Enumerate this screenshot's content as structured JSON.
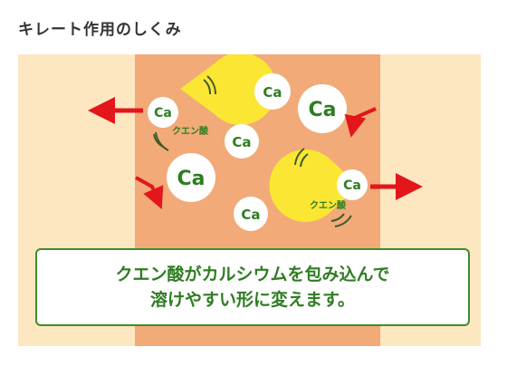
{
  "page_title": "キレート作用のしくみ",
  "diagram": {
    "calcium_label": "Ca",
    "citric_acid_label": "クエン酸",
    "caption_line1": "クエン酸がカルシウムを包み込んで",
    "caption_line2": "溶けやすい形に変えます。"
  },
  "colors": {
    "background_light": "#fde7c0",
    "band": "#f1aa78",
    "citric_acid": "#fbe633",
    "text_green": "#2f7d22",
    "arrow_red": "#e2161b"
  }
}
